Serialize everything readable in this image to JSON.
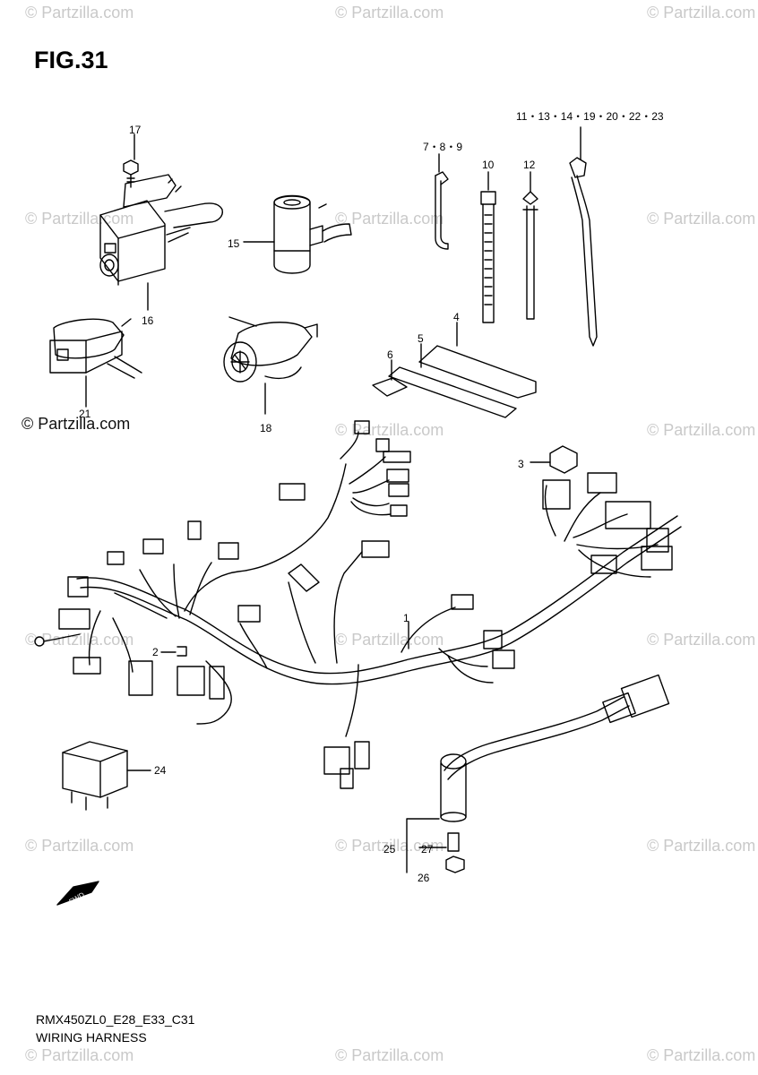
{
  "figure_label": "FIG.31",
  "model_code": "RMX450ZL0_E28_E33_C31",
  "section_title": "WIRING HARNESS",
  "credit": "© Partzilla.com",
  "watermark_text": "© Partzilla.com",
  "callouts": {
    "c1": "1",
    "c2": "2",
    "c3": "3",
    "c4": "4",
    "c5": "5",
    "c6": "6",
    "c789": "7・8・9",
    "c10": "10",
    "c11": "11・13・14・19・20・22・23",
    "c12": "12",
    "c15": "15",
    "c16": "16",
    "c17": "17",
    "c18": "18",
    "c21": "21",
    "c24": "24",
    "c25": "25",
    "c26": "26",
    "c27": "27",
    "arrow": "FWD"
  },
  "colors": {
    "line": "#000000",
    "watermark": "#c9c9c9"
  }
}
